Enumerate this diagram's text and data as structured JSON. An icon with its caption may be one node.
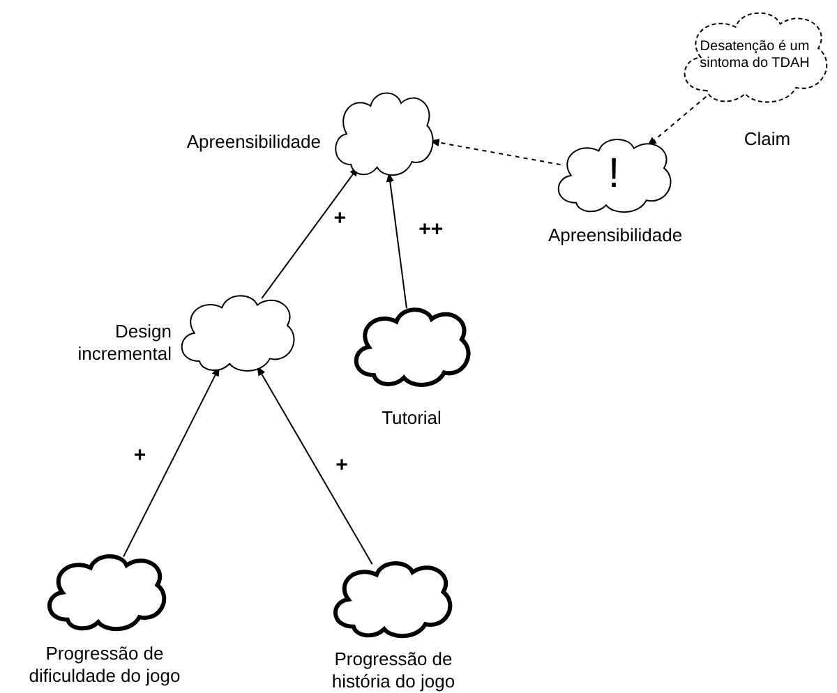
{
  "diagram": {
    "nodes": [
      {
        "text": [
          "Desatenção é um sintoma do TDAH"
        ],
        "beside": [
          "Claim"
        ]
      },
      {
        "text": [],
        "shape": "cloud",
        "beside": [
          "Apreensibilidade"
        ]
      },
      {
        "text": [
          "!"
        ],
        "beside": [
          "Apreensibilidade"
        ]
      },
      {
        "text": [],
        "shape": "cloud",
        "beside": [
          "Design incremental"
        ]
      },
      {
        "text": [],
        "shape": "cloud",
        "beside": [
          "Tutorial"
        ]
      },
      {
        "text": [],
        "shape": "cloud",
        "beside": [
          "Progressão de dificuldade do jogo"
        ]
      },
      {
        "text": [],
        "shape": "cloud",
        "beside": [
          "Progressão de história do jogo"
        ]
      }
    ],
    "edges": [
      {
        "from": 0,
        "to": 2,
        "arrow": "to",
        "style": "dashed"
      },
      {
        "from": 2,
        "to": 1,
        "arrow": "to",
        "style": "dashed"
      },
      {
        "from": 3,
        "to": 1,
        "arrow": "to",
        "label": "+"
      },
      {
        "from": 4,
        "to": 1,
        "arrow": "to",
        "label": "++"
      },
      {
        "from": 5,
        "to": 3,
        "arrow": "to",
        "label": "+"
      },
      {
        "from": 6,
        "to": 3,
        "arrow": "to",
        "label": "+"
      }
    ]
  }
}
